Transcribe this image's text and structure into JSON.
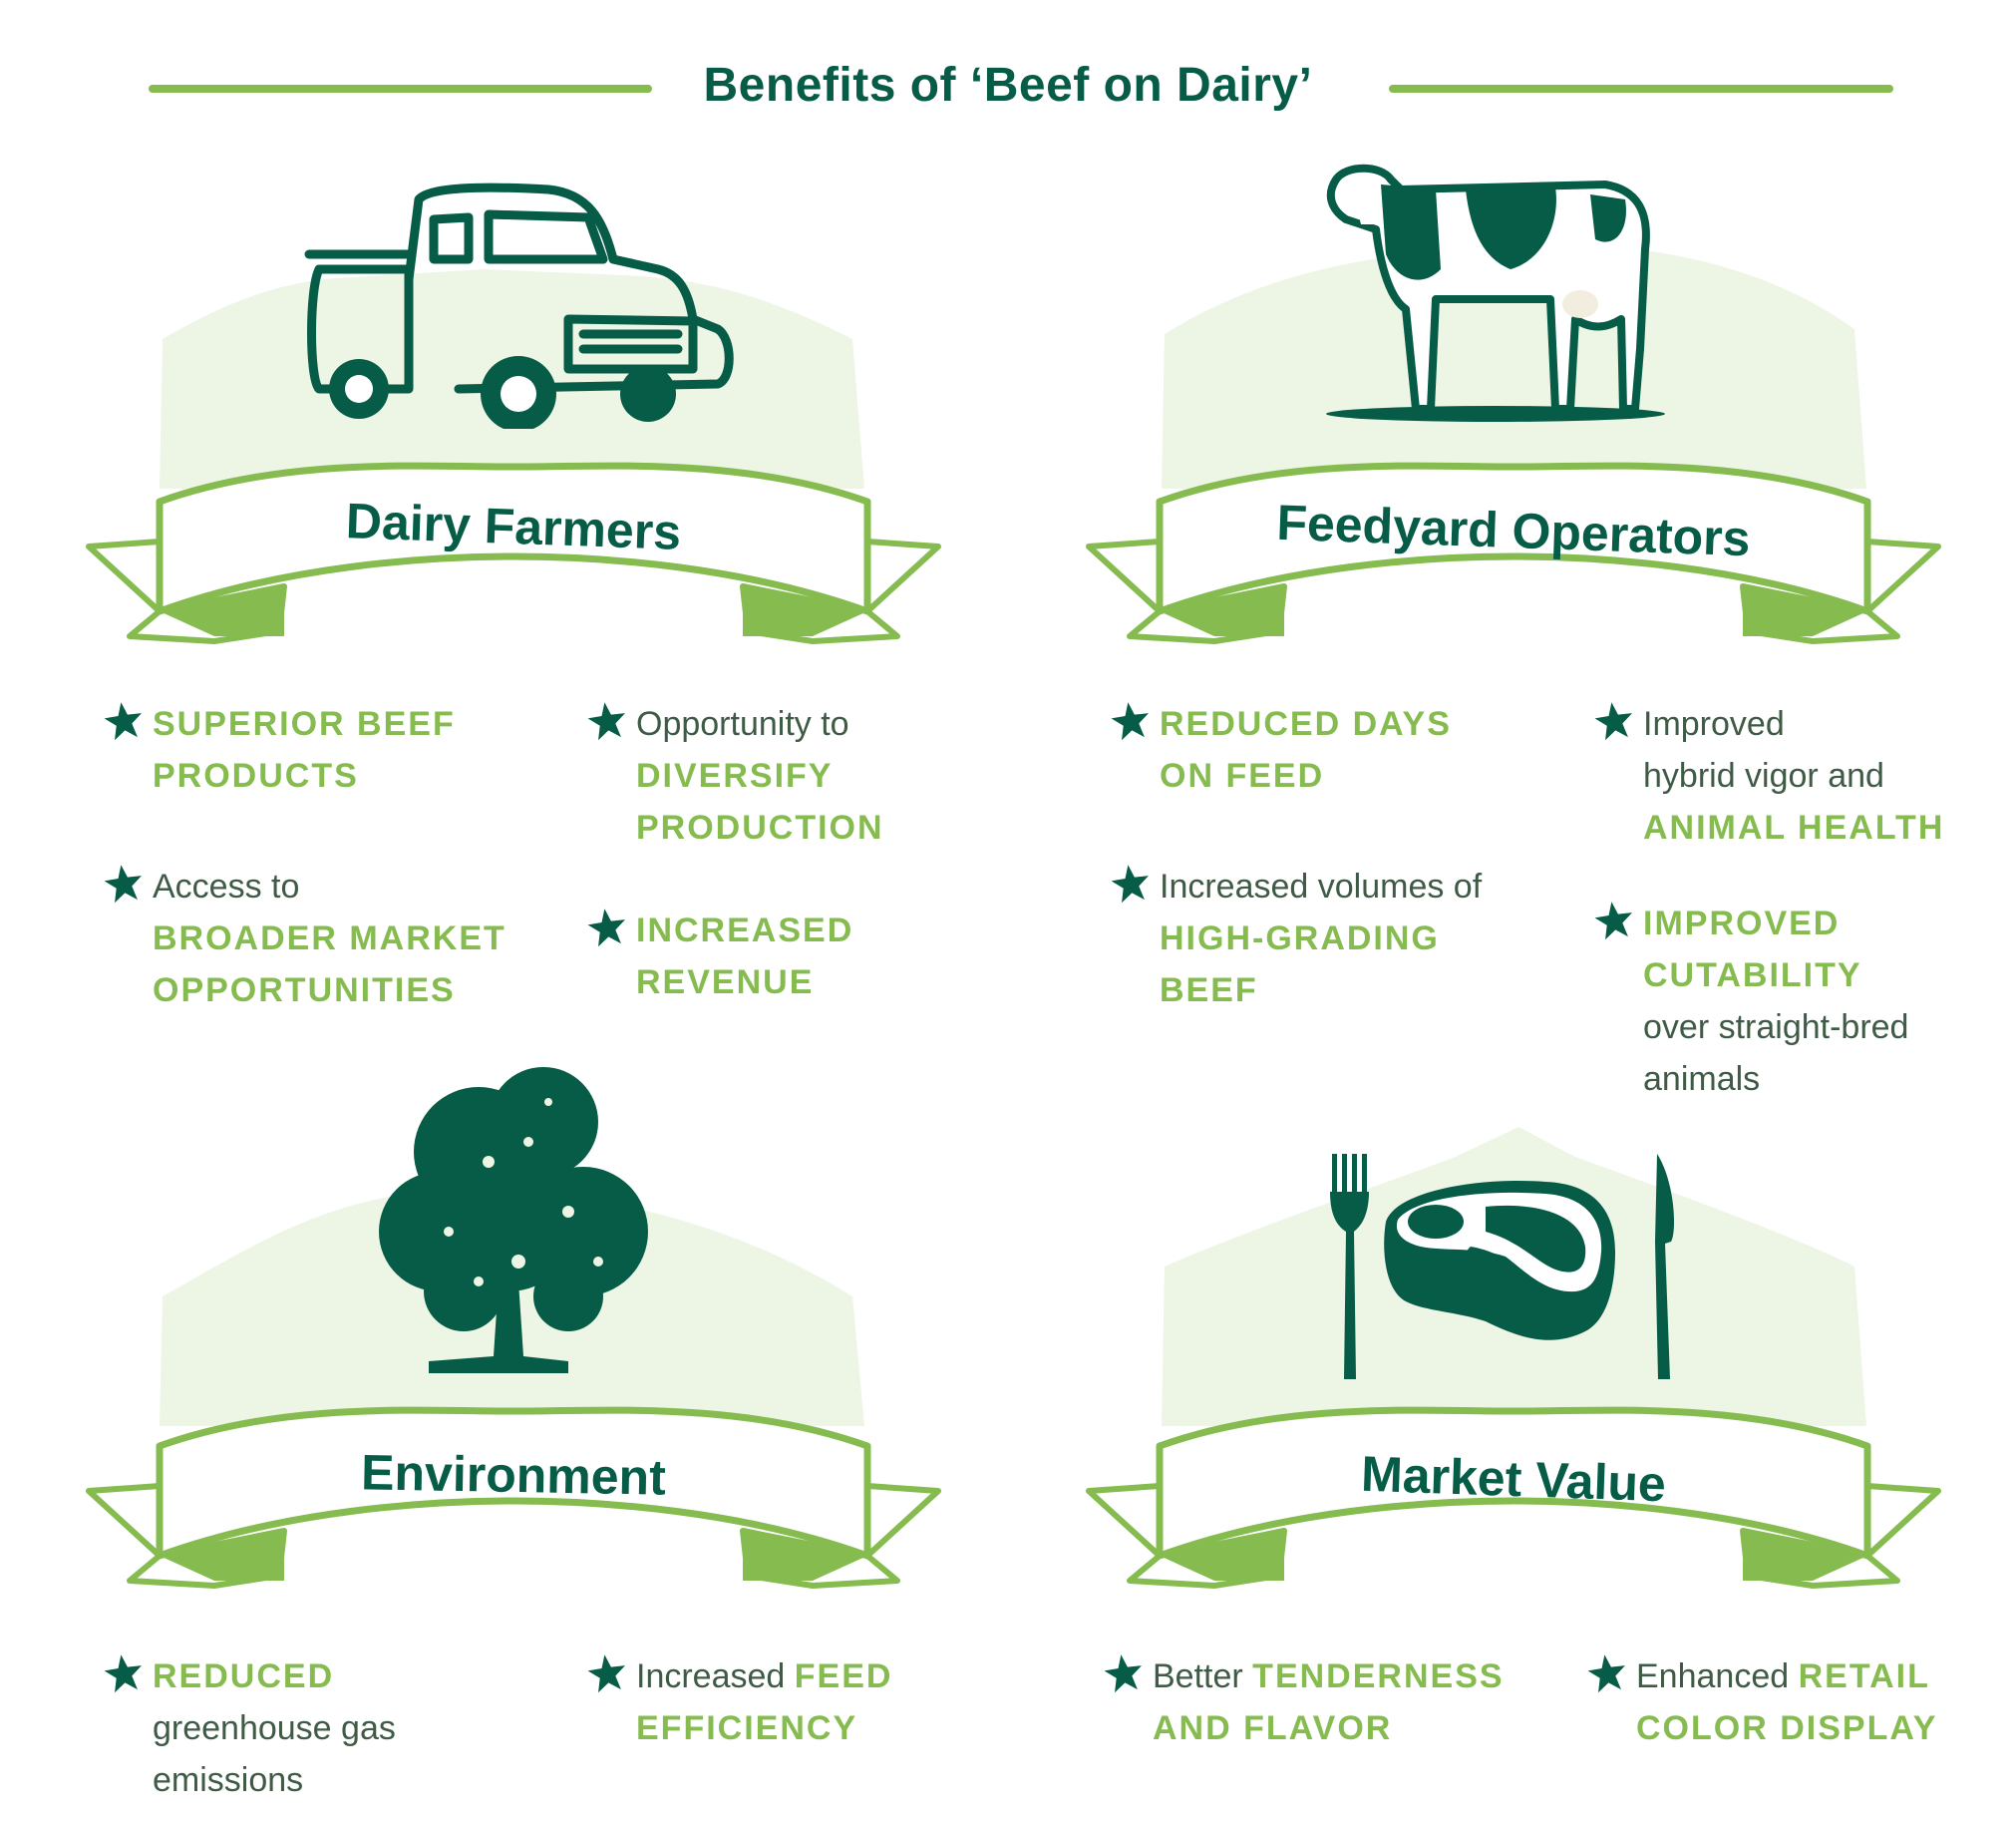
{
  "header": {
    "title": "Benefits of ‘Beef on Dairy’"
  },
  "colors": {
    "dark_green": "#065c46",
    "light_green": "#86bb4f",
    "hill_bg": "#edf5e5",
    "body_text": "#3f5a45"
  },
  "sections": [
    {
      "id": "dairy-farmers",
      "title": "Dairy Farmers",
      "icon": "pickup-truck-icon",
      "bullets": [
        {
          "lines": [
            [
              {
                "t": "SUPERIOR BEEF",
                "hl": true
              }
            ],
            [
              {
                "t": "PRODUCTS",
                "hl": true
              }
            ]
          ]
        },
        {
          "lines": [
            [
              {
                "t": "Opportunity to",
                "hl": false
              }
            ],
            [
              {
                "t": "DIVERSIFY",
                "hl": true
              }
            ],
            [
              {
                "t": "PRODUCTION",
                "hl": true
              }
            ]
          ]
        },
        {
          "lines": [
            [
              {
                "t": "Access to",
                "hl": false
              }
            ],
            [
              {
                "t": "BROADER MARKET",
                "hl": true
              }
            ],
            [
              {
                "t": "OPPORTUNITIES",
                "hl": true
              }
            ]
          ]
        },
        {
          "lines": [
            [
              {
                "t": "INCREASED",
                "hl": true
              }
            ],
            [
              {
                "t": "REVENUE",
                "hl": true
              }
            ]
          ]
        }
      ]
    },
    {
      "id": "feedyard-operators",
      "title": "Feedyard Operators",
      "icon": "holstein-cow-icon",
      "bullets": [
        {
          "lines": [
            [
              {
                "t": "REDUCED DAYS",
                "hl": true
              }
            ],
            [
              {
                "t": "ON FEED",
                "hl": true
              }
            ]
          ]
        },
        {
          "lines": [
            [
              {
                "t": "Improved",
                "hl": false
              }
            ],
            [
              {
                "t": "hybrid vigor and",
                "hl": false
              }
            ],
            [
              {
                "t": "ANIMAL HEALTH",
                "hl": true
              }
            ]
          ]
        },
        {
          "lines": [
            [
              {
                "t": "Increased volumes of",
                "hl": false
              }
            ],
            [
              {
                "t": "HIGH-GRADING",
                "hl": true
              }
            ],
            [
              {
                "t": "BEEF",
                "hl": true
              }
            ]
          ]
        },
        {
          "lines": [
            [
              {
                "t": "IMPROVED",
                "hl": true
              }
            ],
            [
              {
                "t": "CUTABILITY",
                "hl": true
              }
            ],
            [
              {
                "t": "over straight-bred",
                "hl": false
              }
            ],
            [
              {
                "t": "animals",
                "hl": false
              }
            ]
          ]
        }
      ]
    },
    {
      "id": "environment",
      "title": "Environment",
      "icon": "oak-tree-icon",
      "bullets": [
        {
          "lines": [
            [
              {
                "t": "REDUCED",
                "hl": true
              }
            ],
            [
              {
                "t": "greenhouse gas",
                "hl": false
              }
            ],
            [
              {
                "t": "emissions",
                "hl": false
              }
            ]
          ]
        },
        {
          "lines": [
            [
              {
                "t": "Increased ",
                "hl": false
              },
              {
                "t": "FEED",
                "hl": true
              }
            ],
            [
              {
                "t": "EFFICIENCY",
                "hl": true
              }
            ]
          ]
        }
      ]
    },
    {
      "id": "market-value",
      "title": "Market Value",
      "icon": "steak-fork-knife-icon",
      "bullets": [
        {
          "lines": [
            [
              {
                "t": "Better ",
                "hl": false
              },
              {
                "t": "TENDERNESS",
                "hl": true
              }
            ],
            [
              {
                "t": "AND FLAVOR",
                "hl": true
              }
            ]
          ]
        },
        {
          "lines": [
            [
              {
                "t": "Enhanced ",
                "hl": false
              },
              {
                "t": "RETAIL",
                "hl": true
              }
            ],
            [
              {
                "t": "COLOR DISPLAY",
                "hl": true
              }
            ]
          ]
        }
      ]
    }
  ]
}
